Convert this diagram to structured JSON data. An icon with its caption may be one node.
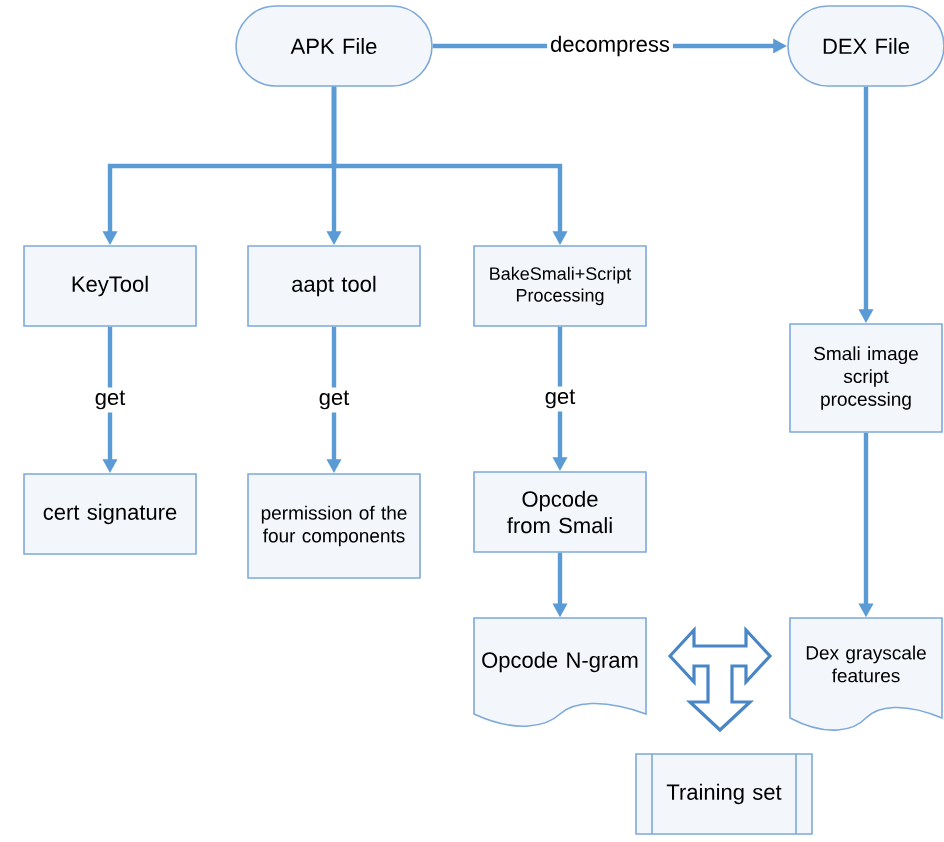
{
  "diagram": {
    "nodes": [
      {
        "text": [
          "APK File"
        ]
      },
      {
        "text": [
          "DEX File"
        ]
      },
      {
        "text": [
          "KeyTool"
        ]
      },
      {
        "text": [
          "aapt tool"
        ]
      },
      {
        "text": [
          "BakeSmali+Script Processing"
        ]
      },
      {
        "text": [
          "Smali image script processing"
        ]
      },
      {
        "text": [
          "cert signature"
        ]
      },
      {
        "text": [
          "permission of the four components"
        ]
      },
      {
        "text": [
          "Opcode from Smali"
        ]
      },
      {
        "text": [
          "Opcode N-gram"
        ]
      },
      {
        "text": [
          "Dex grayscale features"
        ]
      },
      {
        "text": [
          "Training set"
        ]
      }
    ],
    "edges": [
      {
        "from": 0,
        "to": 1,
        "arrow": "to",
        "label": "decompress"
      },
      {
        "from": 0,
        "to": 2,
        "arrow": "to"
      },
      {
        "from": 0,
        "to": 3,
        "arrow": "to"
      },
      {
        "from": 0,
        "to": 4,
        "arrow": "to"
      },
      {
        "from": 1,
        "to": 5,
        "arrow": "to"
      },
      {
        "from": 2,
        "to": 6,
        "arrow": "to",
        "label": "get"
      },
      {
        "from": 3,
        "to": 7,
        "arrow": "to",
        "label": "get"
      },
      {
        "from": 4,
        "to": 8,
        "arrow": "to",
        "label": "get"
      },
      {
        "from": 8,
        "to": 9,
        "arrow": "to"
      },
      {
        "from": 5,
        "to": 10,
        "arrow": "to"
      },
      {
        "from": 9,
        "to": 10,
        "arrow": "both",
        "style": "thick"
      },
      {
        "from": 9,
        "to": 11,
        "arrow": "both",
        "style": "thick"
      }
    ]
  }
}
